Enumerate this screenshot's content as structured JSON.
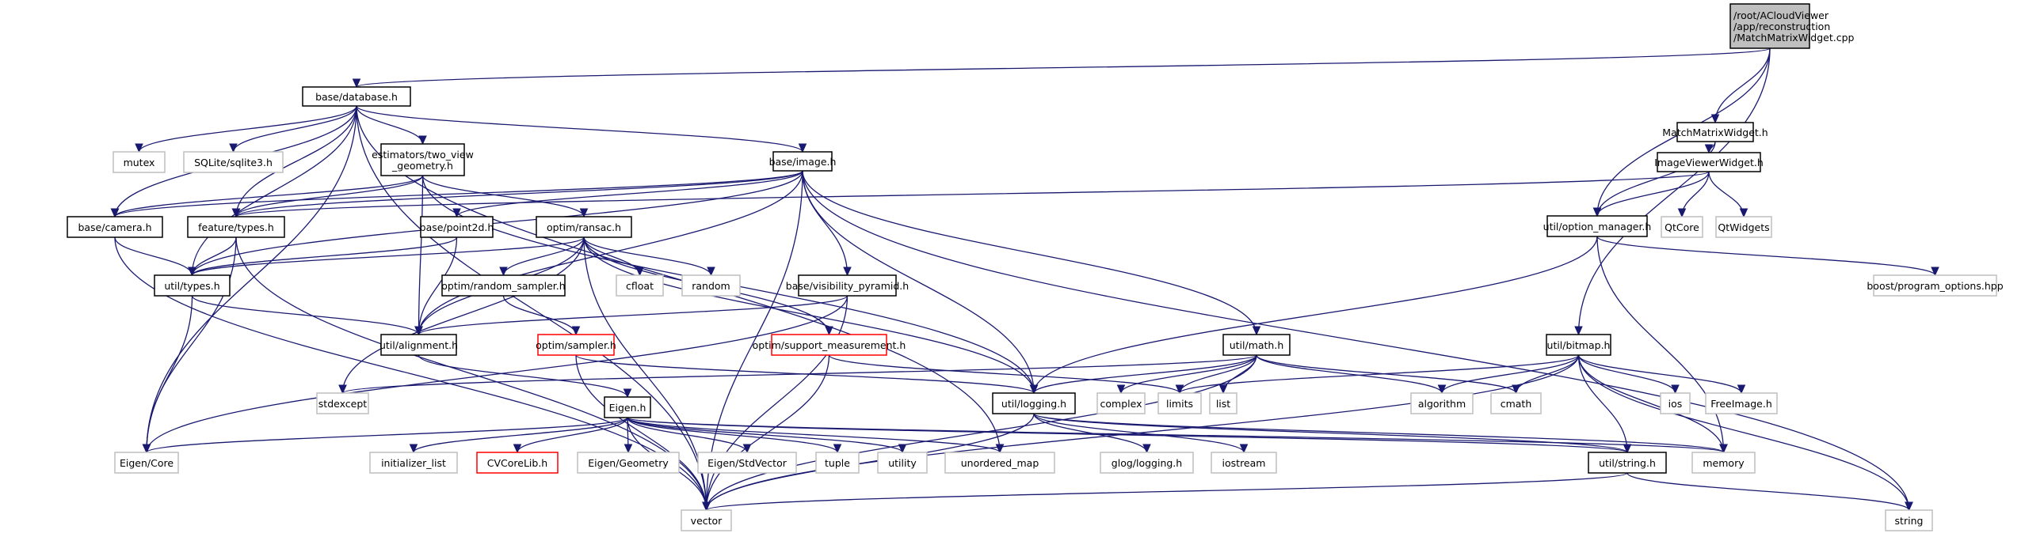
{
  "diagram": {
    "title": "Include dependency graph for MatchMatrixWidget.cpp",
    "colors": {
      "edge": "#191970",
      "root_fill": "#bfbfbf",
      "documented_border": "#000000",
      "external_border": "#bfbfbf",
      "missing_border": "#ff0000",
      "text": "#000000"
    },
    "nodes": [
      {
        "id": "root",
        "label": [
          "/root/ACloudViewer",
          "/app/reconstruction",
          "/MatchMatrixWidget.cpp"
        ],
        "style": "root"
      },
      {
        "id": "database",
        "label": [
          "base/database.h"
        ],
        "style": "doc"
      },
      {
        "id": "matchmatrix",
        "label": [
          "MatchMatrixWidget.h"
        ],
        "style": "doc"
      },
      {
        "id": "imageviewer",
        "label": [
          "ImageViewerWidget.h"
        ],
        "style": "doc"
      },
      {
        "id": "mutex",
        "label": [
          "mutex"
        ],
        "style": "ext"
      },
      {
        "id": "sqlite",
        "label": [
          "SQLite/sqlite3.h"
        ],
        "style": "ext"
      },
      {
        "id": "twoview",
        "label": [
          "estimators/two_view",
          "_geometry.h"
        ],
        "style": "doc"
      },
      {
        "id": "image",
        "label": [
          "base/image.h"
        ],
        "style": "doc"
      },
      {
        "id": "camera",
        "label": [
          "base/camera.h"
        ],
        "style": "doc"
      },
      {
        "id": "feattypes",
        "label": [
          "feature/types.h"
        ],
        "style": "doc"
      },
      {
        "id": "point2d",
        "label": [
          "base/point2d.h"
        ],
        "style": "doc"
      },
      {
        "id": "ransac",
        "label": [
          "optim/ransac.h"
        ],
        "style": "doc"
      },
      {
        "id": "optionmgr",
        "label": [
          "util/option_manager.h"
        ],
        "style": "doc"
      },
      {
        "id": "qtcore",
        "label": [
          "QtCore"
        ],
        "style": "ext"
      },
      {
        "id": "qtwidgets",
        "label": [
          "QtWidgets"
        ],
        "style": "ext"
      },
      {
        "id": "boostpo",
        "label": [
          "boost/program_options.hpp"
        ],
        "style": "ext"
      },
      {
        "id": "utiltypes",
        "label": [
          "util/types.h"
        ],
        "style": "doc"
      },
      {
        "id": "randsampler",
        "label": [
          "optim/random_sampler.h"
        ],
        "style": "doc"
      },
      {
        "id": "cfloat",
        "label": [
          "cfloat"
        ],
        "style": "ext"
      },
      {
        "id": "random",
        "label": [
          "random"
        ],
        "style": "ext"
      },
      {
        "id": "vispyr",
        "label": [
          "base/visibility_pyramid.h"
        ],
        "style": "doc"
      },
      {
        "id": "alignment",
        "label": [
          "util/alignment.h"
        ],
        "style": "doc"
      },
      {
        "id": "sampler",
        "label": [
          "optim/sampler.h"
        ],
        "style": "missing"
      },
      {
        "id": "supportmeas",
        "label": [
          "optim/support_measurement.h"
        ],
        "style": "missing"
      },
      {
        "id": "math",
        "label": [
          "util/math.h"
        ],
        "style": "doc"
      },
      {
        "id": "bitmap",
        "label": [
          "util/bitmap.h"
        ],
        "style": "doc"
      },
      {
        "id": "stdexcept",
        "label": [
          "stdexcept"
        ],
        "style": "ext"
      },
      {
        "id": "logging",
        "label": [
          "util/logging.h"
        ],
        "style": "doc"
      },
      {
        "id": "complex",
        "label": [
          "complex"
        ],
        "style": "ext"
      },
      {
        "id": "limits",
        "label": [
          "limits"
        ],
        "style": "ext"
      },
      {
        "id": "list",
        "label": [
          "list"
        ],
        "style": "ext"
      },
      {
        "id": "algorithm",
        "label": [
          "algorithm"
        ],
        "style": "ext"
      },
      {
        "id": "cmath",
        "label": [
          "cmath"
        ],
        "style": "ext"
      },
      {
        "id": "ios",
        "label": [
          "ios"
        ],
        "style": "ext"
      },
      {
        "id": "freeimage",
        "label": [
          "FreeImage.h"
        ],
        "style": "ext"
      },
      {
        "id": "eigenh",
        "label": [
          "Eigen.h"
        ],
        "style": "doc"
      },
      {
        "id": "eigencore",
        "label": [
          "Eigen/Core"
        ],
        "style": "ext"
      },
      {
        "id": "initlist",
        "label": [
          "initializer_list"
        ],
        "style": "ext"
      },
      {
        "id": "cvcorelib",
        "label": [
          "CVCoreLib.h"
        ],
        "style": "missing"
      },
      {
        "id": "eigengeom",
        "label": [
          "Eigen/Geometry"
        ],
        "style": "ext"
      },
      {
        "id": "eigenstdvec",
        "label": [
          "Eigen/StdVector"
        ],
        "style": "ext"
      },
      {
        "id": "tuple",
        "label": [
          "tuple"
        ],
        "style": "ext"
      },
      {
        "id": "utility",
        "label": [
          "utility"
        ],
        "style": "ext"
      },
      {
        "id": "unorderedmap",
        "label": [
          "unordered_map"
        ],
        "style": "ext"
      },
      {
        "id": "glog",
        "label": [
          "glog/logging.h"
        ],
        "style": "ext"
      },
      {
        "id": "iostream",
        "label": [
          "iostream"
        ],
        "style": "ext"
      },
      {
        "id": "utilstring",
        "label": [
          "util/string.h"
        ],
        "style": "doc"
      },
      {
        "id": "memory",
        "label": [
          "memory"
        ],
        "style": "ext"
      },
      {
        "id": "vector",
        "label": [
          "vector"
        ],
        "style": "ext"
      },
      {
        "id": "string",
        "label": [
          "string"
        ],
        "style": "ext"
      }
    ],
    "edges": [
      [
        "root",
        "database"
      ],
      [
        "root",
        "matchmatrix"
      ],
      [
        "root",
        "optionmgr"
      ],
      [
        "root",
        "bitmap"
      ],
      [
        "matchmatrix",
        "imageviewer"
      ],
      [
        "matchmatrix",
        "optionmgr"
      ],
      [
        "imageviewer",
        "feattypes"
      ],
      [
        "imageviewer",
        "optionmgr"
      ],
      [
        "imageviewer",
        "qtcore"
      ],
      [
        "imageviewer",
        "qtwidgets"
      ],
      [
        "database",
        "mutex"
      ],
      [
        "database",
        "sqlite"
      ],
      [
        "database",
        "twoview"
      ],
      [
        "database",
        "image"
      ],
      [
        "database",
        "camera"
      ],
      [
        "database",
        "feattypes"
      ],
      [
        "database",
        "utiltypes"
      ],
      [
        "database",
        "eigencore"
      ],
      [
        "database",
        "unorderedmap"
      ],
      [
        "database",
        "vector"
      ],
      [
        "twoview",
        "camera"
      ],
      [
        "twoview",
        "feattypes"
      ],
      [
        "twoview",
        "ransac"
      ],
      [
        "twoview",
        "alignment"
      ],
      [
        "twoview",
        "logging"
      ],
      [
        "image",
        "camera"
      ],
      [
        "image",
        "feattypes"
      ],
      [
        "image",
        "point2d"
      ],
      [
        "image",
        "utiltypes"
      ],
      [
        "image",
        "vispyr"
      ],
      [
        "image",
        "alignment"
      ],
      [
        "image",
        "logging"
      ],
      [
        "image",
        "math"
      ],
      [
        "image",
        "vector"
      ],
      [
        "image",
        "string"
      ],
      [
        "camera",
        "utiltypes"
      ],
      [
        "camera",
        "vector"
      ],
      [
        "feattypes",
        "utiltypes"
      ],
      [
        "feattypes",
        "eigencore"
      ],
      [
        "feattypes",
        "vector"
      ],
      [
        "point2d",
        "utiltypes"
      ],
      [
        "point2d",
        "alignment"
      ],
      [
        "ransac",
        "randsampler"
      ],
      [
        "ransac",
        "cfloat"
      ],
      [
        "ransac",
        "random"
      ],
      [
        "ransac",
        "supportmeas"
      ],
      [
        "ransac",
        "alignment"
      ],
      [
        "ransac",
        "logging"
      ],
      [
        "ransac",
        "stdexcept"
      ],
      [
        "ransac",
        "utiltypes"
      ],
      [
        "ransac",
        "vector"
      ],
      [
        "randsampler",
        "sampler"
      ],
      [
        "sampler",
        "logging"
      ],
      [
        "sampler",
        "vector"
      ],
      [
        "supportmeas",
        "limits"
      ],
      [
        "supportmeas",
        "vector"
      ],
      [
        "vispyr",
        "alignment"
      ],
      [
        "vispyr",
        "eigencore"
      ],
      [
        "vispyr",
        "vector"
      ],
      [
        "utiltypes",
        "alignment"
      ],
      [
        "utiltypes",
        "eigencore"
      ],
      [
        "alignment",
        "eigenh"
      ],
      [
        "optionmgr",
        "boostpo"
      ],
      [
        "optionmgr",
        "logging"
      ],
      [
        "optionmgr",
        "memory"
      ],
      [
        "math",
        "logging"
      ],
      [
        "math",
        "complex"
      ],
      [
        "math",
        "limits"
      ],
      [
        "math",
        "list"
      ],
      [
        "math",
        "algorithm"
      ],
      [
        "math",
        "cmath"
      ],
      [
        "math",
        "stdexcept"
      ],
      [
        "math",
        "vector"
      ],
      [
        "bitmap",
        "algorithm"
      ],
      [
        "bitmap",
        "cmath"
      ],
      [
        "bitmap",
        "ios"
      ],
      [
        "bitmap",
        "freeimage"
      ],
      [
        "bitmap",
        "limits"
      ],
      [
        "bitmap",
        "utilstring"
      ],
      [
        "bitmap",
        "memory"
      ],
      [
        "bitmap",
        "string"
      ],
      [
        "bitmap",
        "vector"
      ],
      [
        "eigenh",
        "eigencore"
      ],
      [
        "eigenh",
        "initlist"
      ],
      [
        "eigenh",
        "cvcorelib"
      ],
      [
        "eigenh",
        "eigengeom"
      ],
      [
        "eigenh",
        "eigenstdvec"
      ],
      [
        "eigenh",
        "tuple"
      ],
      [
        "eigenh",
        "utility"
      ],
      [
        "eigenh",
        "unorderedmap"
      ],
      [
        "eigenh",
        "memory"
      ],
      [
        "eigenh",
        "utilstring"
      ],
      [
        "eigenh",
        "vector"
      ],
      [
        "logging",
        "glog"
      ],
      [
        "logging",
        "iostream"
      ],
      [
        "logging",
        "memory"
      ],
      [
        "logging",
        "utilstring"
      ],
      [
        "logging",
        "vector"
      ],
      [
        "utilstring",
        "string"
      ],
      [
        "utilstring",
        "vector"
      ]
    ]
  }
}
